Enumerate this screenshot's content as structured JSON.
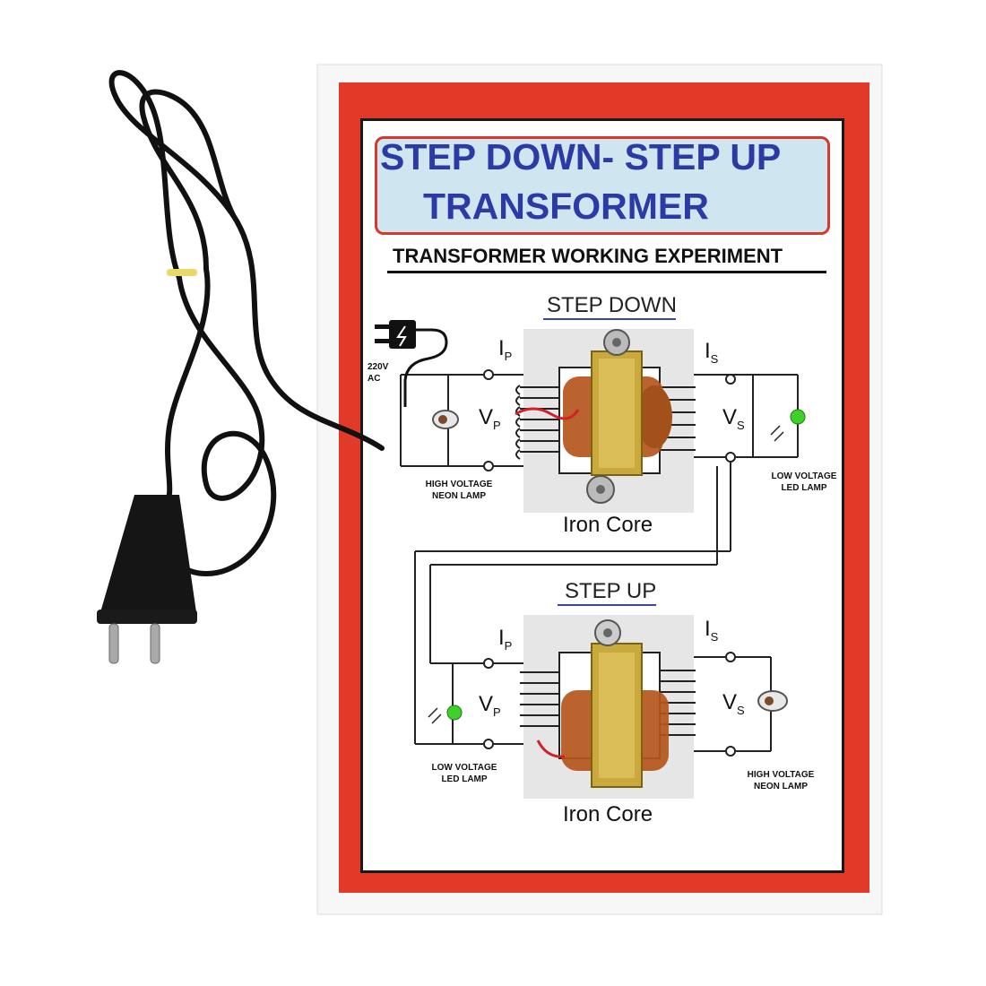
{
  "board": {
    "title_line1": "STEP DOWN- STEP UP",
    "title_line2": "TRANSFORMER",
    "subtitle": "TRANSFORMER WORKING EXPERIMENT",
    "supply_label_line1": "220V",
    "supply_label_line2": "AC"
  },
  "step_down": {
    "heading": "STEP DOWN",
    "core_label": "Iron Core",
    "primary_current": "I",
    "primary_current_sub": "P",
    "primary_voltage": "V",
    "primary_voltage_sub": "P",
    "secondary_current": "I",
    "secondary_current_sub": "S",
    "secondary_voltage": "V",
    "secondary_voltage_sub": "S",
    "left_lamp_line1": "HIGH VOLTAGE",
    "left_lamp_line2": "NEON LAMP",
    "right_lamp_line1": "LOW VOLTAGE",
    "right_lamp_line2": "LED LAMP"
  },
  "step_up": {
    "heading": "STEP UP",
    "core_label": "Iron Core",
    "primary_current": "I",
    "primary_current_sub": "P",
    "primary_voltage": "V",
    "primary_voltage_sub": "P",
    "secondary_current": "I",
    "secondary_current_sub": "S",
    "secondary_voltage": "V",
    "secondary_voltage_sub": "S",
    "left_lamp_line1": "LOW VOLTAGE",
    "left_lamp_line2": "LED LAMP",
    "right_lamp_line1": "HIGH VOLTAGE",
    "right_lamp_line2": "NEON LAMP"
  },
  "colors": {
    "border_red": "#e23a28",
    "title_blue": "#2c3aa6",
    "title_bg": "#cfe6f0",
    "transformer_brass": "#c9a93c",
    "coil_copper": "#b5561c",
    "led_green": "#3fd12a",
    "cable_black": "#111111"
  }
}
